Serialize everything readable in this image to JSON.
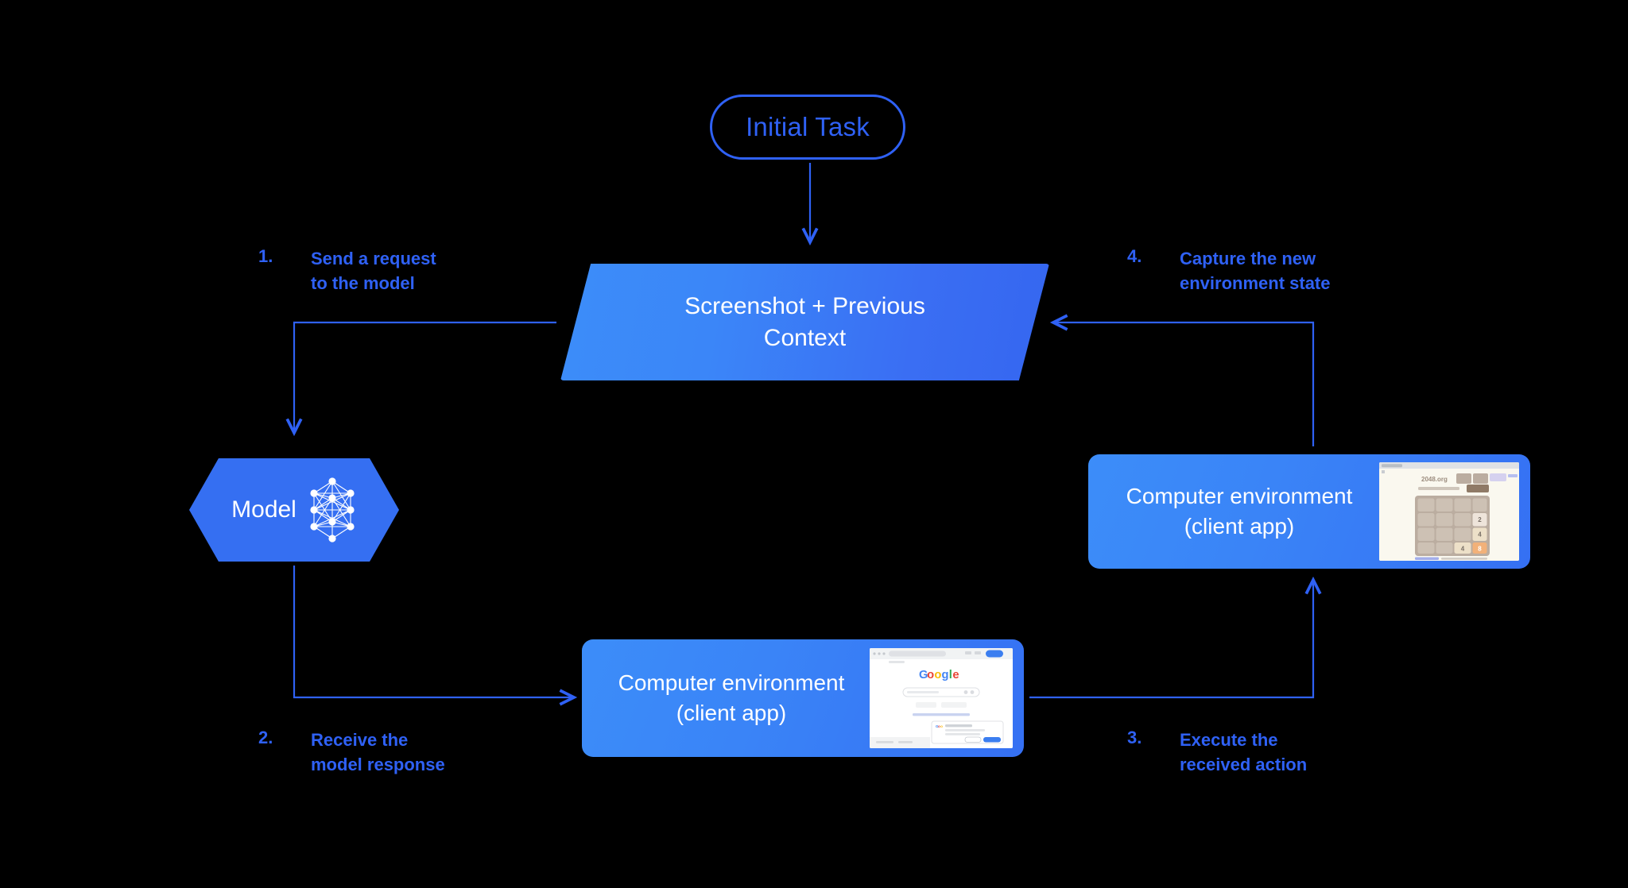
{
  "diagram": {
    "title_node": {
      "label": "Initial Task"
    },
    "context_node": {
      "line1": "Screenshot + Previous",
      "line2": "Context"
    },
    "model_node": {
      "label": "Model",
      "icon": "neural-network-icon"
    },
    "env_top": {
      "line1": "Computer environment",
      "line2": "(client app)",
      "thumbnail": "2048-game-screenshot"
    },
    "env_bottom": {
      "line1": "Computer environment",
      "line2": "(client app)",
      "thumbnail": "google-search-screenshot"
    },
    "steps": [
      {
        "number": "1.",
        "text": "Send a request\nto the model"
      },
      {
        "number": "2.",
        "text": "Receive the\nmodel response"
      },
      {
        "number": "3.",
        "text": "Execute the\nreceived action"
      },
      {
        "number": "4.",
        "text": "Capture the new\nenvironment state"
      }
    ],
    "colors": {
      "background": "#000000",
      "accent_blue": "#2f61f5",
      "node_blue_light": "#3c8df9",
      "node_blue_dark": "#3566f0",
      "text_on_node": "#ffffff"
    },
    "thumbnails": {
      "game_2048": {
        "site_title": "2048.org",
        "tiles": [
          "2",
          "4",
          "4",
          "8"
        ],
        "tile_colors": [
          "#eee4da",
          "#ede0c8",
          "#ede0c8",
          "#f2b179"
        ],
        "board_color": "#bbada0"
      },
      "google": {
        "logo": "google-logo",
        "dialog": "sign-in-dialog"
      }
    }
  }
}
